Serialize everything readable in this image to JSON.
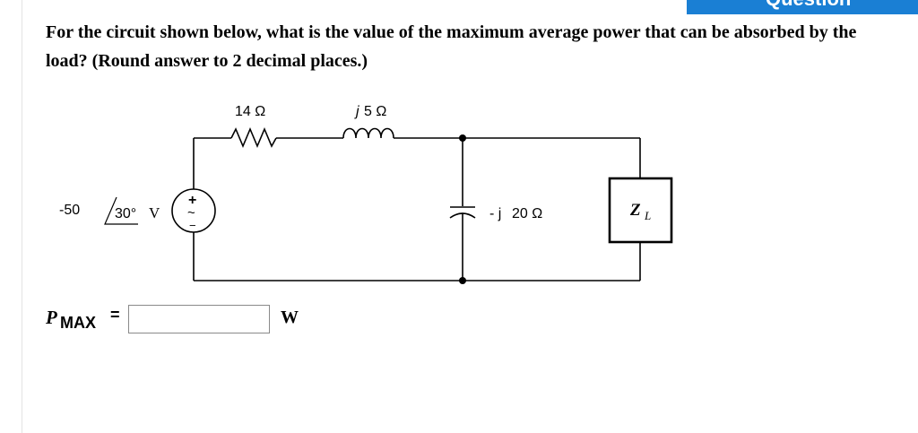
{
  "header": {
    "tab_label": "Question"
  },
  "question": {
    "text": "For the circuit shown below, what is the value of the maximum average power that can be absorbed by the load? (Round answer to 2 decimal places.)"
  },
  "circuit": {
    "resistor_label": "14 Ω",
    "inductor_prefix": "j",
    "inductor_value": "5 Ω",
    "capacitor_prefix": "- j",
    "capacitor_value": "20 Ω",
    "source_magnitude": "-50",
    "source_angle": "30°",
    "source_unit": "V",
    "source_plus": "+",
    "source_minus": "−",
    "source_wave": "~",
    "load_label_main": "Z",
    "load_label_sub": "L"
  },
  "answer": {
    "label_p": "P",
    "label_sub": "MAX",
    "label_eq": "=",
    "value": "",
    "placeholder": "",
    "unit": "W"
  }
}
